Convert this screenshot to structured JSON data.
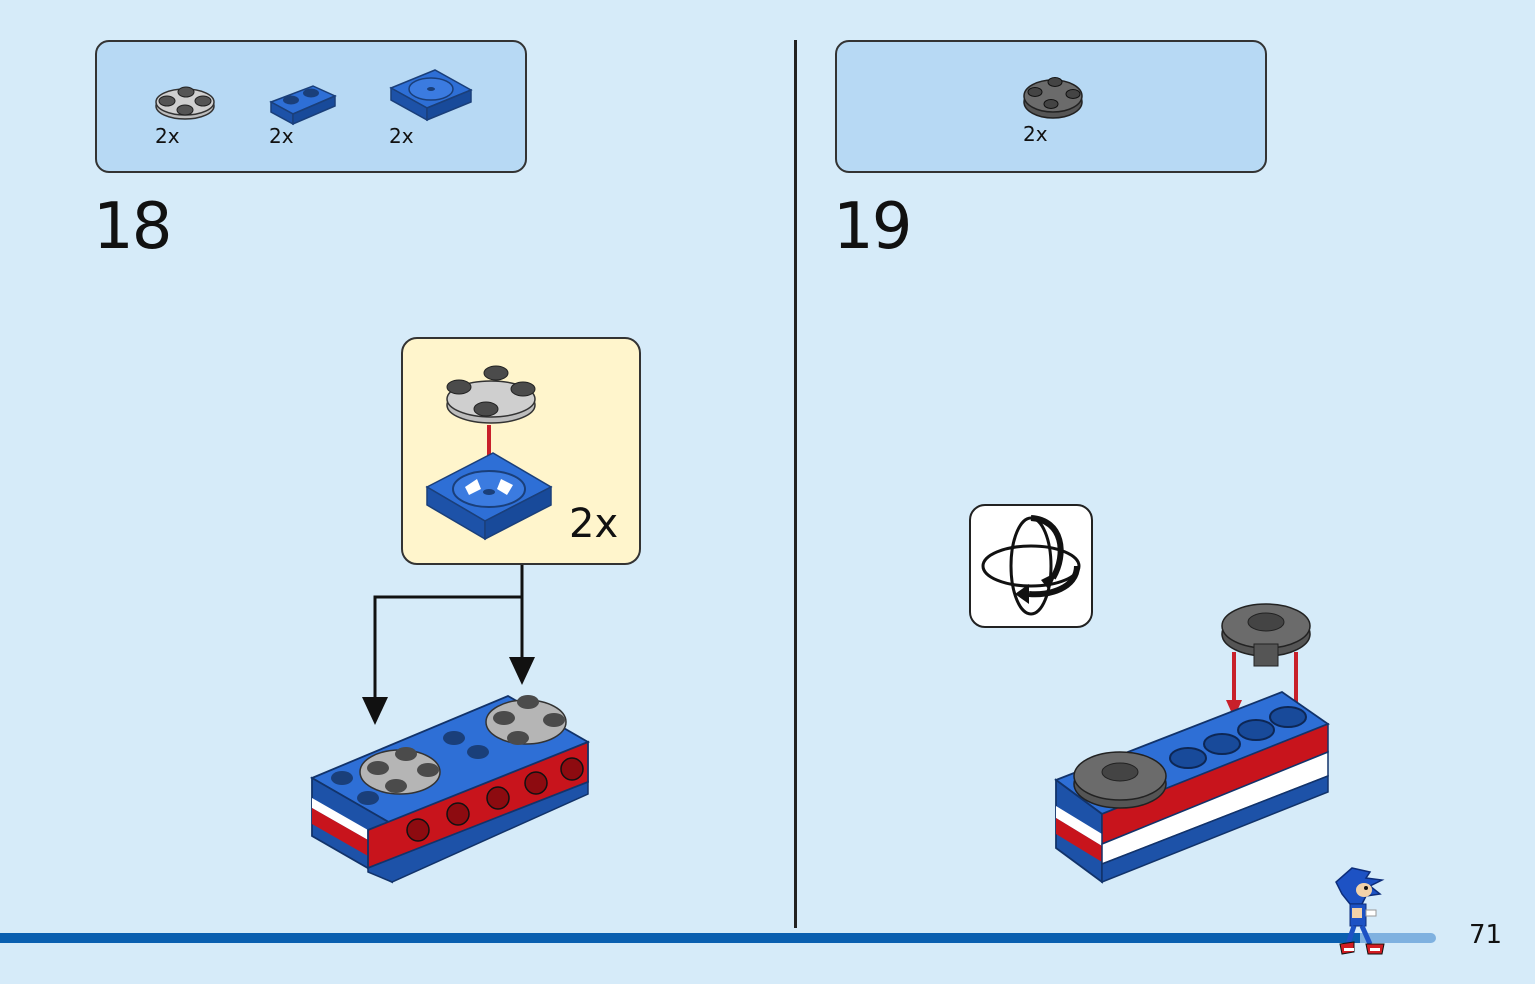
{
  "step18": {
    "number": "18",
    "parts": [
      {
        "name": "gray-round-plate",
        "qty": "2x"
      },
      {
        "name": "blue-1x2-plate",
        "qty": "2x"
      },
      {
        "name": "blue-2x2-turntable-plate",
        "qty": "2x"
      }
    ],
    "callout_qty": "2x"
  },
  "step19": {
    "number": "19",
    "parts": [
      {
        "name": "dark-gray-round-plate",
        "qty": "2x"
      }
    ]
  },
  "page_number": "71",
  "colors": {
    "background": "#d6ebf9",
    "parts_box": "#b7d9f4",
    "callout": "#fff5cc",
    "lego_blue": "#1f5fc4",
    "lego_red": "#c8141c",
    "lego_gray": "#a3a3a3",
    "lego_dark_gray": "#6b6b6b",
    "arrow_red": "#c8202a",
    "bottom_bar": "#0a5fb0"
  }
}
